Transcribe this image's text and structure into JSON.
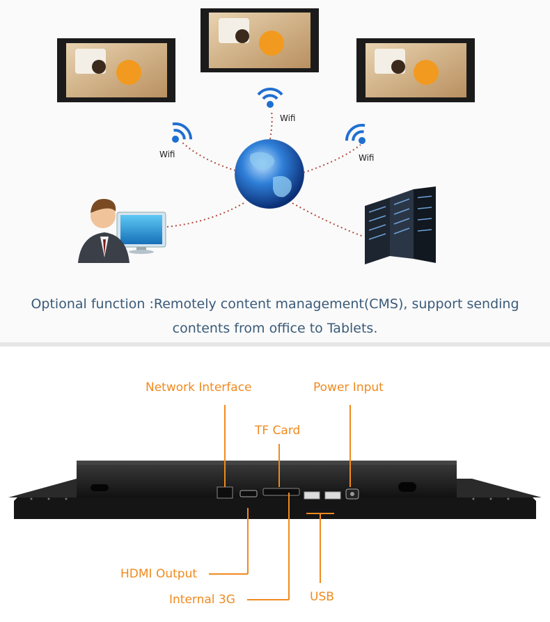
{
  "network_diagram": {
    "wifi_labels": [
      "Wifi",
      "Wifi",
      "Wifi"
    ],
    "caption_line1": "Optional function :Remotely content management(CMS), support sending",
    "caption_line2": "contents from office to Tablets."
  },
  "ports": {
    "network_interface": "Network Interface",
    "power_input": "Power Input",
    "tf_card": "TF Card",
    "hdmi_output": "HDMI Output",
    "internal_3g": "Internal 3G",
    "usb": "USB"
  },
  "colors": {
    "caption": "#3a5a78",
    "callout": "#f08a1e",
    "connector": "#b04a3a"
  }
}
